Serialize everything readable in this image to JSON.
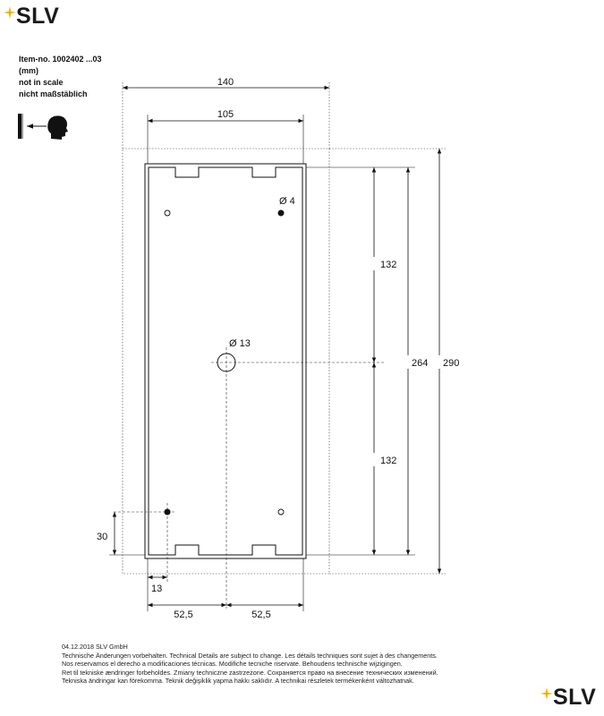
{
  "brand": {
    "name": "SLV",
    "accent_color": "#f0b400"
  },
  "item": {
    "number": "Item-no. 1002402 ...03",
    "unit": "(mm)",
    "scale_en": "not in scale",
    "scale_de": "nicht maßstäblich"
  },
  "icons": {
    "mounting": "wall-mount-icon",
    "head": "head-profile-icon",
    "arrow": "arrow-left-icon"
  },
  "dimensions": {
    "outer_width": "140",
    "inner_width": "105",
    "hole_small": "Ø 4",
    "hole_large": "Ø 13",
    "upper_half": "132",
    "lower_half": "132",
    "inner_height": "264",
    "outer_height": "290",
    "hole_offset_y": "30",
    "hole_offset_x": "13",
    "half_width_left": "52,5",
    "half_width_right": "52,5"
  },
  "footer": {
    "date_company": "04.12.2018   SLV GmbH",
    "lines": [
      "Technische Änderungen vorbehalten. Technical Details are subject to change. Les détails techniques sont sujet à des changements.",
      "Nos reservamos el derecho a modificaciones técnicas. Modifiche tecniche riservate. Behoudens technische wijzigingen.",
      "Ret til tekniske ændringer forbeholdes. Zmiany techniczne zastrzeżone. Сохраняется право на внесение технических изменений.",
      "Tekniska ändringar kan förekomma. Teknik değişiklik yapma hakkı saklıdır. A technikai részletek termékenként változhatnak."
    ]
  }
}
